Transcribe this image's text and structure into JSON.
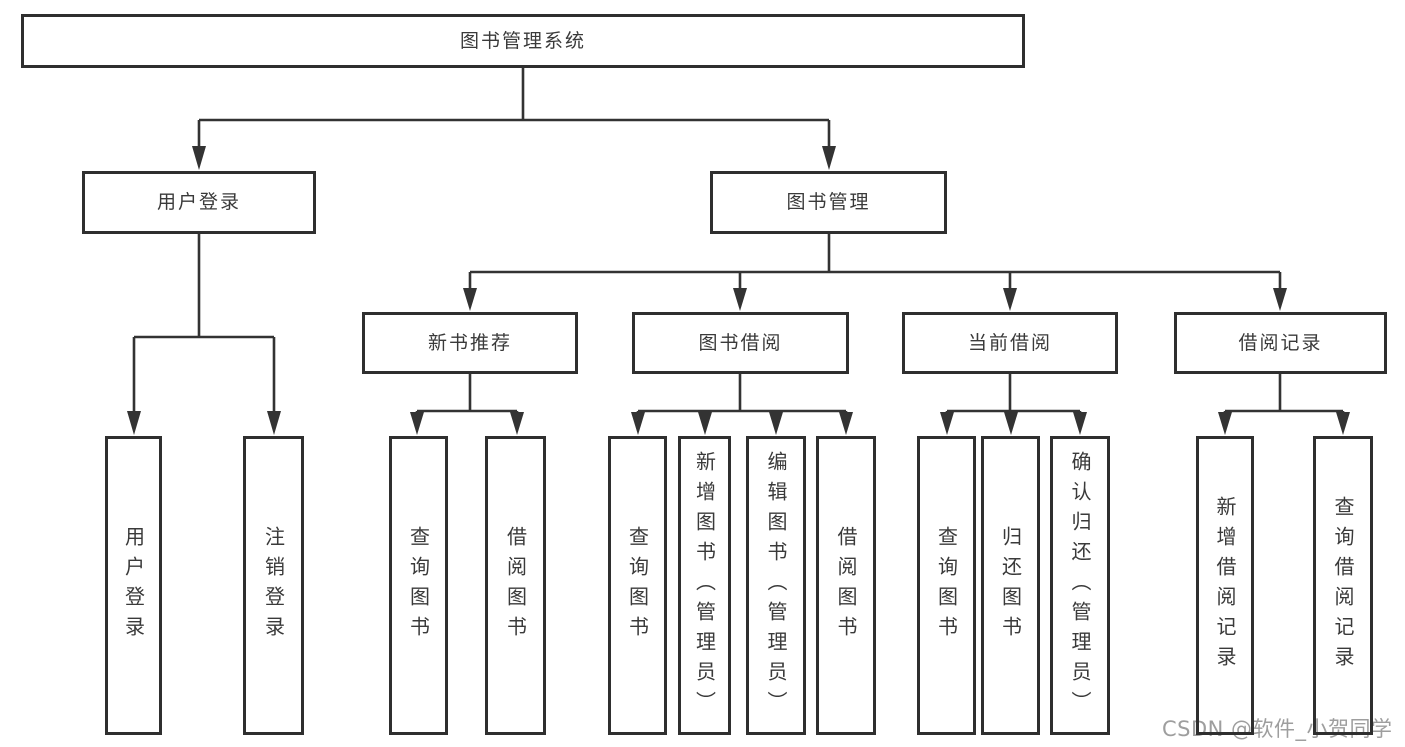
{
  "tree": {
    "root": {
      "label": "图书管理系统"
    },
    "branches": {
      "user_login": {
        "label": "用户登录",
        "children": {
          "login": {
            "label": "用户登录"
          },
          "logout": {
            "label": "注销登录"
          }
        }
      },
      "book_mgmt": {
        "label": "图书管理",
        "sections": {
          "new_books": {
            "label": "新书推荐",
            "children": {
              "query_books": {
                "label": "查询图书"
              },
              "borrow_books": {
                "label": "借阅图书"
              }
            }
          },
          "book_borrowing": {
            "label": "图书借阅",
            "children": {
              "query_books": {
                "label": "查询图书"
              },
              "add_books_admin": {
                "label": "新增图书（管理员）"
              },
              "edit_books_admin": {
                "label": "编辑图书（管理员）"
              },
              "borrow_books": {
                "label": "借阅图书"
              }
            }
          },
          "current_borrowing": {
            "label": "当前借阅",
            "children": {
              "query_books": {
                "label": "查询图书"
              },
              "return_books": {
                "label": "归还图书"
              },
              "confirm_return_admin": {
                "label": "确认归还（管理员）"
              }
            }
          },
          "borrowing_records": {
            "label": "借阅记录",
            "children": {
              "add_record": {
                "label": "新增借阅记录"
              },
              "query_record": {
                "label": "查询借阅记录"
              }
            }
          }
        }
      }
    }
  },
  "watermark": {
    "text": "CSDN @软件_小贺同学"
  },
  "colors": {
    "line": "#333333",
    "box_border": "#2f2f2f",
    "text": "#3a3a3a",
    "watermark": "#9e9e9e",
    "background": "#ffffff"
  }
}
